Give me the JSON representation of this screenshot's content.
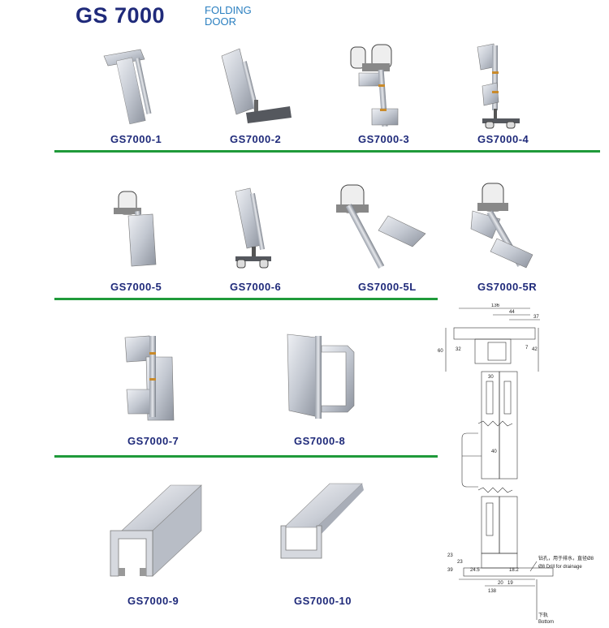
{
  "header": {
    "title": "GS 7000",
    "subtitle_line1": "FOLDING",
    "subtitle_line2": "DOOR"
  },
  "products": [
    {
      "label": "GS7000-1"
    },
    {
      "label": "GS7000-2"
    },
    {
      "label": "GS7000-3"
    },
    {
      "label": "GS7000-4"
    },
    {
      "label": "GS7000-5"
    },
    {
      "label": "GS7000-6"
    },
    {
      "label": "GS7000-5L"
    },
    {
      "label": "GS7000-5R"
    },
    {
      "label": "GS7000-7"
    },
    {
      "label": "GS7000-8"
    },
    {
      "label": "GS7000-9"
    },
    {
      "label": "GS7000-10"
    }
  ],
  "drawing": {
    "dims": [
      "136",
      "44",
      "37",
      "60",
      "32",
      "7",
      "42",
      "30",
      "40",
      "23",
      "39",
      "23",
      "24.5",
      "20",
      "18.2",
      "138",
      "19"
    ],
    "note_cn": "钻孔，用于排水，直径Ø8",
    "note_en": "Ø8 Drill for drainage",
    "bottom_cn": "下轨",
    "bottom_en": "Bottom"
  },
  "colors": {
    "title": "#1f2a7a",
    "subtitle": "#2a7fc0",
    "rule": "#1f9a3a",
    "metal": "#c8ccd4"
  }
}
